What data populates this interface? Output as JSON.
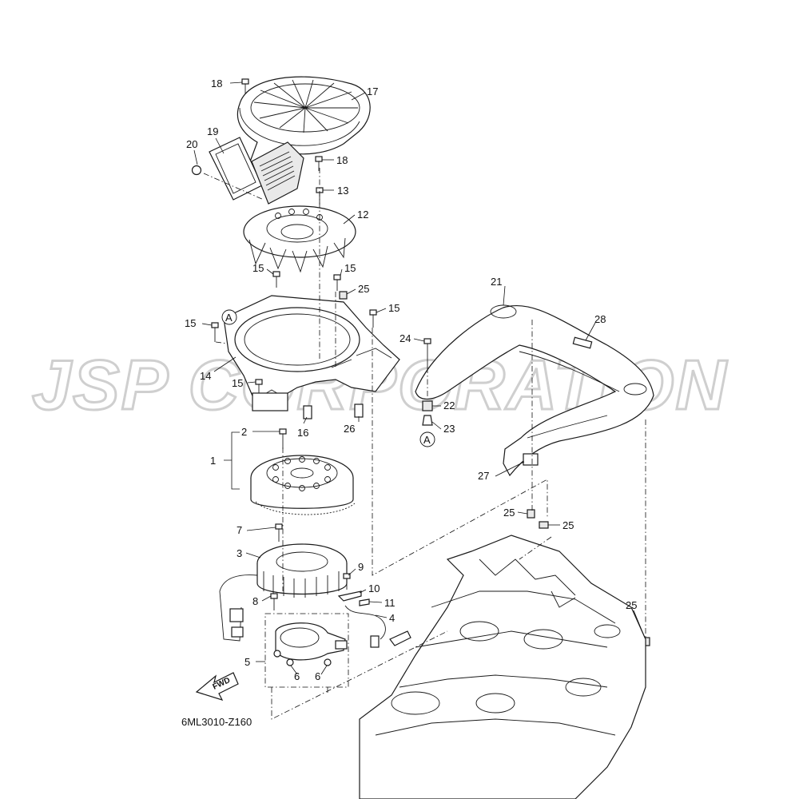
{
  "watermark": "JSP CORPORATION",
  "diagram_code": "6ML3010-Z160",
  "fwd_label": "FWD",
  "reference_marks": [
    "A",
    "A"
  ],
  "callouts": {
    "c1": "1",
    "c2": "2",
    "c3": "3",
    "c4": "4",
    "c5": "5",
    "c6a": "6",
    "c6b": "6",
    "c7": "7",
    "c8": "8",
    "c9": "9",
    "c10": "10",
    "c11": "11",
    "c12": "12",
    "c13": "13",
    "c14": "14",
    "c15a": "15",
    "c15b": "15",
    "c15c": "15",
    "c15d": "15",
    "c15e": "15",
    "c16": "16",
    "c17": "17",
    "c18a": "18",
    "c18b": "18",
    "c19": "19",
    "c20": "20",
    "c21": "21",
    "c22": "22",
    "c23": "23",
    "c24": "24",
    "c25a": "25",
    "c25b": "25",
    "c25c": "25",
    "c25d": "25",
    "c26": "26",
    "c27": "27",
    "c28": "28"
  }
}
